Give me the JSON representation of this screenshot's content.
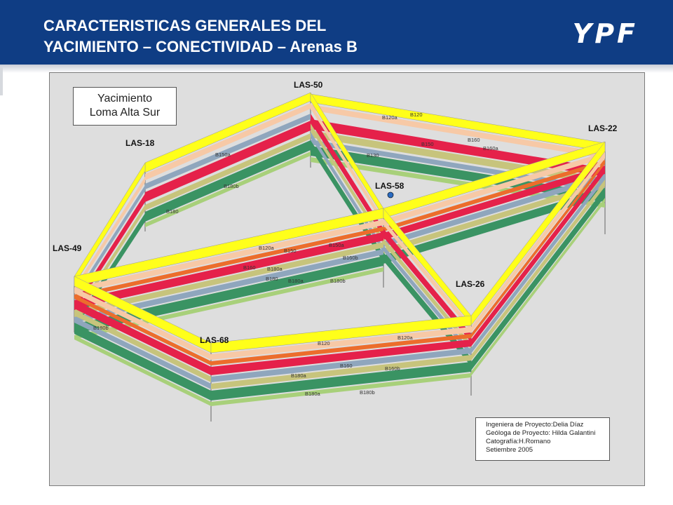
{
  "header": {
    "title_line1": "CARACTERISTICAS GENERALES DEL",
    "title_line2": "YACIMIENTO – CONECTIVIDAD – Arenas B",
    "logo": "YPF",
    "bg_color": "#0f3d84"
  },
  "field_box": {
    "line1": "Yacimiento",
    "line2": "Loma Alta Sur"
  },
  "wells": [
    "LAS-50",
    "LAS-22",
    "LAS-18",
    "LAS-58",
    "LAS-49",
    "LAS-26",
    "LAS-68"
  ],
  "layer_labels": {
    "a": "B120a",
    "b": "B120",
    "c": "B150",
    "d": "B160",
    "e": "B160a",
    "f": "B130",
    "g": "B150a",
    "h": "B180b",
    "i": "B180",
    "j": "B120a",
    "k": "B150",
    "l": "B150a",
    "m": "B160",
    "n": "B160b",
    "o": "B180a",
    "p": "B180",
    "q": "B180a",
    "r": "B180b",
    "s": "B120",
    "t": "B120a",
    "u": "B160",
    "v": "B160b",
    "w": "B180a",
    "x": "B180a",
    "y": "B180b",
    "z": "B180b"
  },
  "credits": {
    "line1": "Ingeniera de Proyecto:Delia Díaz",
    "line2": "Geóloga de Proyecto: Hilda Galantini",
    "line3": "Catografía:H.Romano",
    "line4": "Setiembre 2005"
  },
  "layer_colors": {
    "yellow": "#ffff1a",
    "peach": "#f7c9a6",
    "orange": "#ec6d2c",
    "red": "#e5214a",
    "blue_gray": "#8fa6bd",
    "olive": "#c7c47c",
    "green": "#3a9363",
    "light_green": "#a8d07a"
  }
}
